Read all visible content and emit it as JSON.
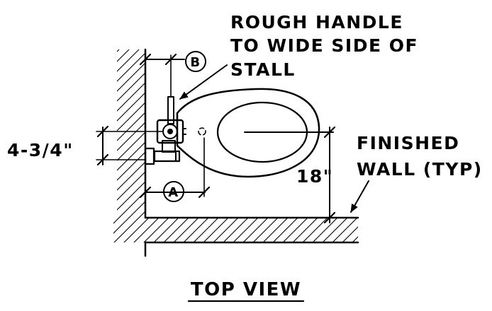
{
  "annotations": {
    "rough_handle": [
      "ROUGH HANDLE",
      "TO WIDE SIDE OF",
      "STALL"
    ],
    "finished_wall": [
      "FINISHED",
      "WALL (TYP)"
    ],
    "dim_left": "4-3/4\"",
    "dim_right": "18\"",
    "bubble_a": "A",
    "bubble_b": "B",
    "view_title": "TOP VIEW"
  }
}
